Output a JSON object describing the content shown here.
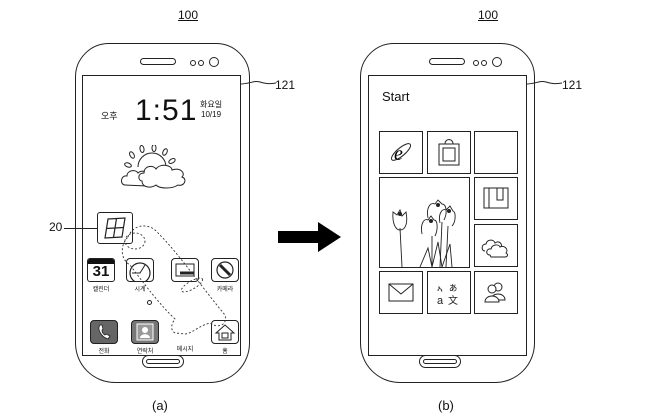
{
  "figure": {
    "ref_number_left": "100",
    "ref_number_right": "100",
    "screen_ref_left": "121",
    "screen_ref_right": "121",
    "icon_ref": "20",
    "caption_left": "(a)",
    "caption_right": "(b)",
    "transition_arrow": "right-arrow-icon"
  },
  "lock_screen": {
    "ampm": "오후",
    "time": "1:51",
    "weekday": "화요일",
    "date": "10/19",
    "weather_icon": "sun-cloud-icon",
    "start_icon": "windows-logo-icon",
    "apps": [
      {
        "label": "캘린더",
        "icon": "calendar-icon",
        "glyph": "31"
      },
      {
        "label": "시계",
        "icon": "clock-icon"
      },
      {
        "label": "",
        "icon": "gallery-icon"
      },
      {
        "label": "카메라",
        "icon": "camera-icon"
      }
    ],
    "dock": [
      {
        "label": "전화",
        "icon": "phone-icon"
      },
      {
        "label": "연락처",
        "icon": "contacts-icon"
      },
      {
        "label": "메시지",
        "icon": "message-icon"
      },
      {
        "label": "홈",
        "icon": "home-icon"
      }
    ]
  },
  "start_screen": {
    "title": "Start",
    "tiles": [
      {
        "name": "browser",
        "icon": "internet-explorer-icon"
      },
      {
        "name": "store",
        "icon": "shopping-bag-icon"
      },
      {
        "name": "empty",
        "icon": ""
      },
      {
        "name": "photos",
        "icon": "tulip-photo-icon"
      },
      {
        "name": "save",
        "icon": "floppy-disk-icon"
      },
      {
        "name": "weather",
        "icon": "cloud-icon"
      },
      {
        "name": "mail",
        "icon": "envelope-icon"
      },
      {
        "name": "translator",
        "icon": "translate-icon"
      },
      {
        "name": "people",
        "icon": "people-icon"
      }
    ]
  }
}
